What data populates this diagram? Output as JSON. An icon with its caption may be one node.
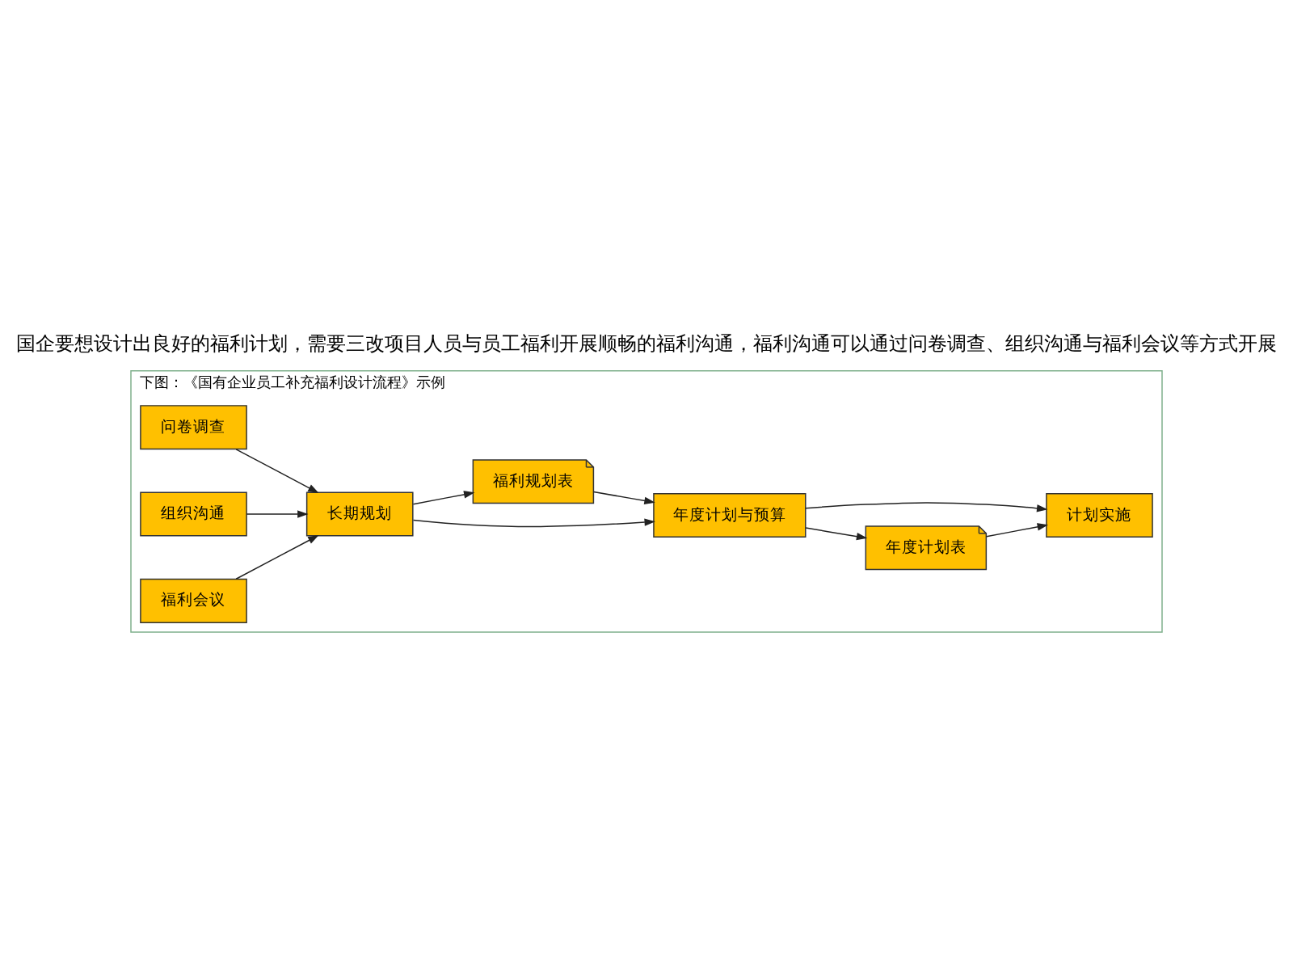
{
  "diagram": {
    "title": "国企要想设计出良好的福利计划，需要三改项目人员与员工福利开展顺畅的福利沟通，福利沟通可以通过问卷调查、组织沟通与福利会议等方式开展",
    "nodes": [
      {
        "text": [
          "下图：《国有企业员工补充福利设计流程》示例"
        ]
      },
      {
        "text": [
          "问卷调查"
        ],
        "in": 0
      },
      {
        "text": [
          "组织沟通"
        ],
        "in": 0
      },
      {
        "text": [
          "福利会议"
        ],
        "in": 0
      },
      {
        "text": [
          "长期规划"
        ],
        "in": 0
      },
      {
        "text": [
          "年度计划与预算"
        ],
        "in": 0
      },
      {
        "text": [
          "年度计划表"
        ],
        "in": 0
      },
      {
        "text": [
          "福利规划表"
        ],
        "in": 0
      },
      {
        "text": [
          "计划实施"
        ],
        "in": 0
      }
    ],
    "edges": [
      {
        "from": 1,
        "to": 4,
        "arrow": "to"
      },
      {
        "from": 2,
        "to": 4,
        "arrow": "to"
      },
      {
        "from": 3,
        "to": 4,
        "arrow": "to"
      },
      {
        "from": 4,
        "to": 5,
        "arrow": "to"
      },
      {
        "from": 4,
        "to": 7,
        "arrow": "to"
      },
      {
        "from": 7,
        "to": 5,
        "arrow": "to"
      },
      {
        "from": 5,
        "to": 6,
        "arrow": "to"
      },
      {
        "from": 5,
        "to": 8,
        "arrow": "to"
      },
      {
        "from": 6,
        "to": 8,
        "arrow": "to"
      }
    ]
  }
}
